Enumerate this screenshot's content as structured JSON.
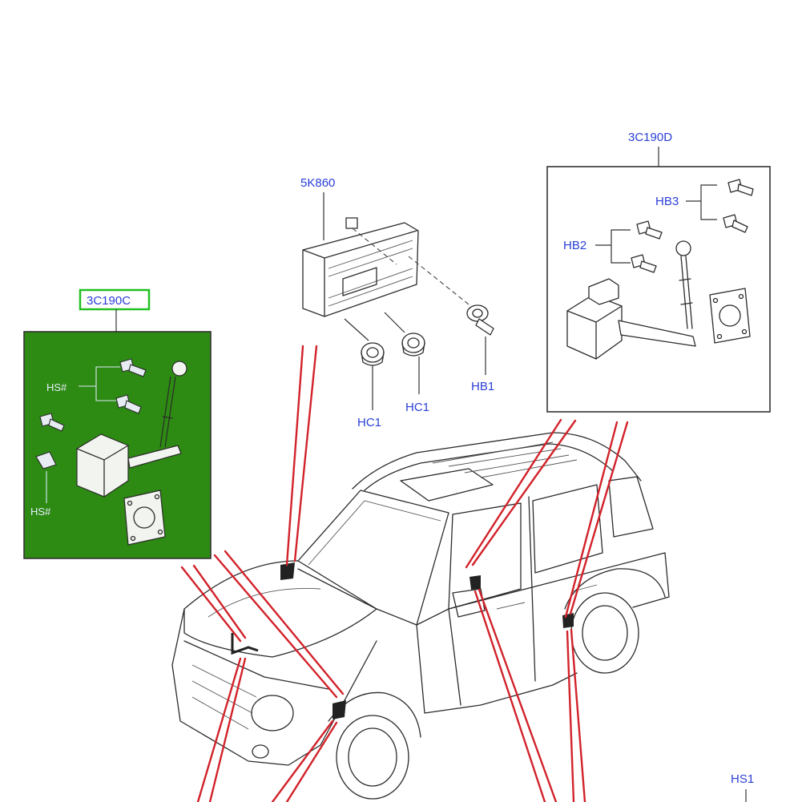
{
  "callouts": {
    "group_left": "3C190C",
    "group_right": "3C190D",
    "module": "5K860",
    "hb1": "HB1",
    "hc1_a": "HC1",
    "hc1_b": "HC1",
    "hb2": "HB2",
    "hb3": "HB3",
    "hs1": "HS1",
    "hs_a": "HS#",
    "hs_b": "HS#"
  },
  "colors": {
    "callout_text": "#2a3fd6",
    "leader_line": "#d2222a",
    "selected_panel_fill": "#2d8a12",
    "selected_callout_border": "#22c022"
  },
  "icons": [
    "headlamp-leveling-sensor",
    "control-module",
    "screw",
    "nut",
    "gasket",
    "vehicle-outline"
  ]
}
